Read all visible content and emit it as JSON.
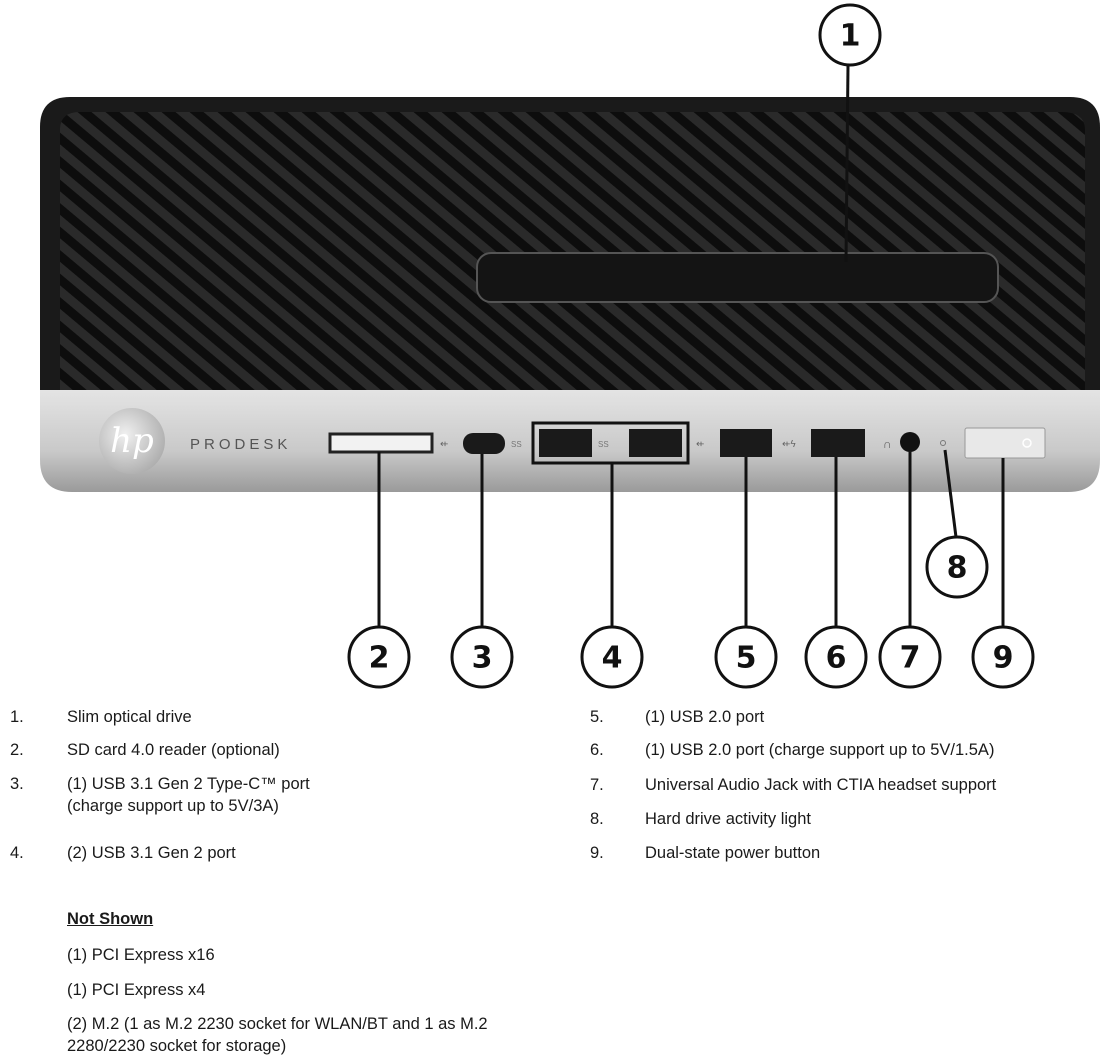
{
  "device": {
    "brand_logo": "hp",
    "model_label": "PRODESK"
  },
  "callouts": [
    "1",
    "2",
    "3",
    "4",
    "5",
    "6",
    "7",
    "8",
    "9"
  ],
  "legend_left": [
    {
      "num": "1.",
      "text": "Slim optical drive"
    },
    {
      "num": "2.",
      "text": "SD card 4.0 reader (optional)"
    },
    {
      "num": "3.",
      "text": "(1) USB 3.1 Gen 2 Type-C™ port",
      "text2": "(charge support up to 5V/3A)"
    },
    {
      "num": "4.",
      "text": "(2) USB 3.1 Gen 2 port"
    }
  ],
  "legend_right": [
    {
      "num": "5.",
      "text": "(1) USB 2.0 port"
    },
    {
      "num": "6.",
      "text": "(1) USB 2.0 port (charge support up to 5V/1.5A)"
    },
    {
      "num": "7.",
      "text": "Universal Audio Jack with CTIA headset support"
    },
    {
      "num": "8.",
      "text": "Hard drive activity light"
    },
    {
      "num": "9.",
      "text": "Dual-state power button"
    }
  ],
  "not_shown": {
    "heading": "Not Shown",
    "items": [
      "(1) PCI Express x16",
      "(1) PCI Express x4",
      "(2) M.2 (1 as M.2 2230 socket for WLAN/BT and 1 as M.2",
      "2280/2230 socket for storage)"
    ]
  }
}
